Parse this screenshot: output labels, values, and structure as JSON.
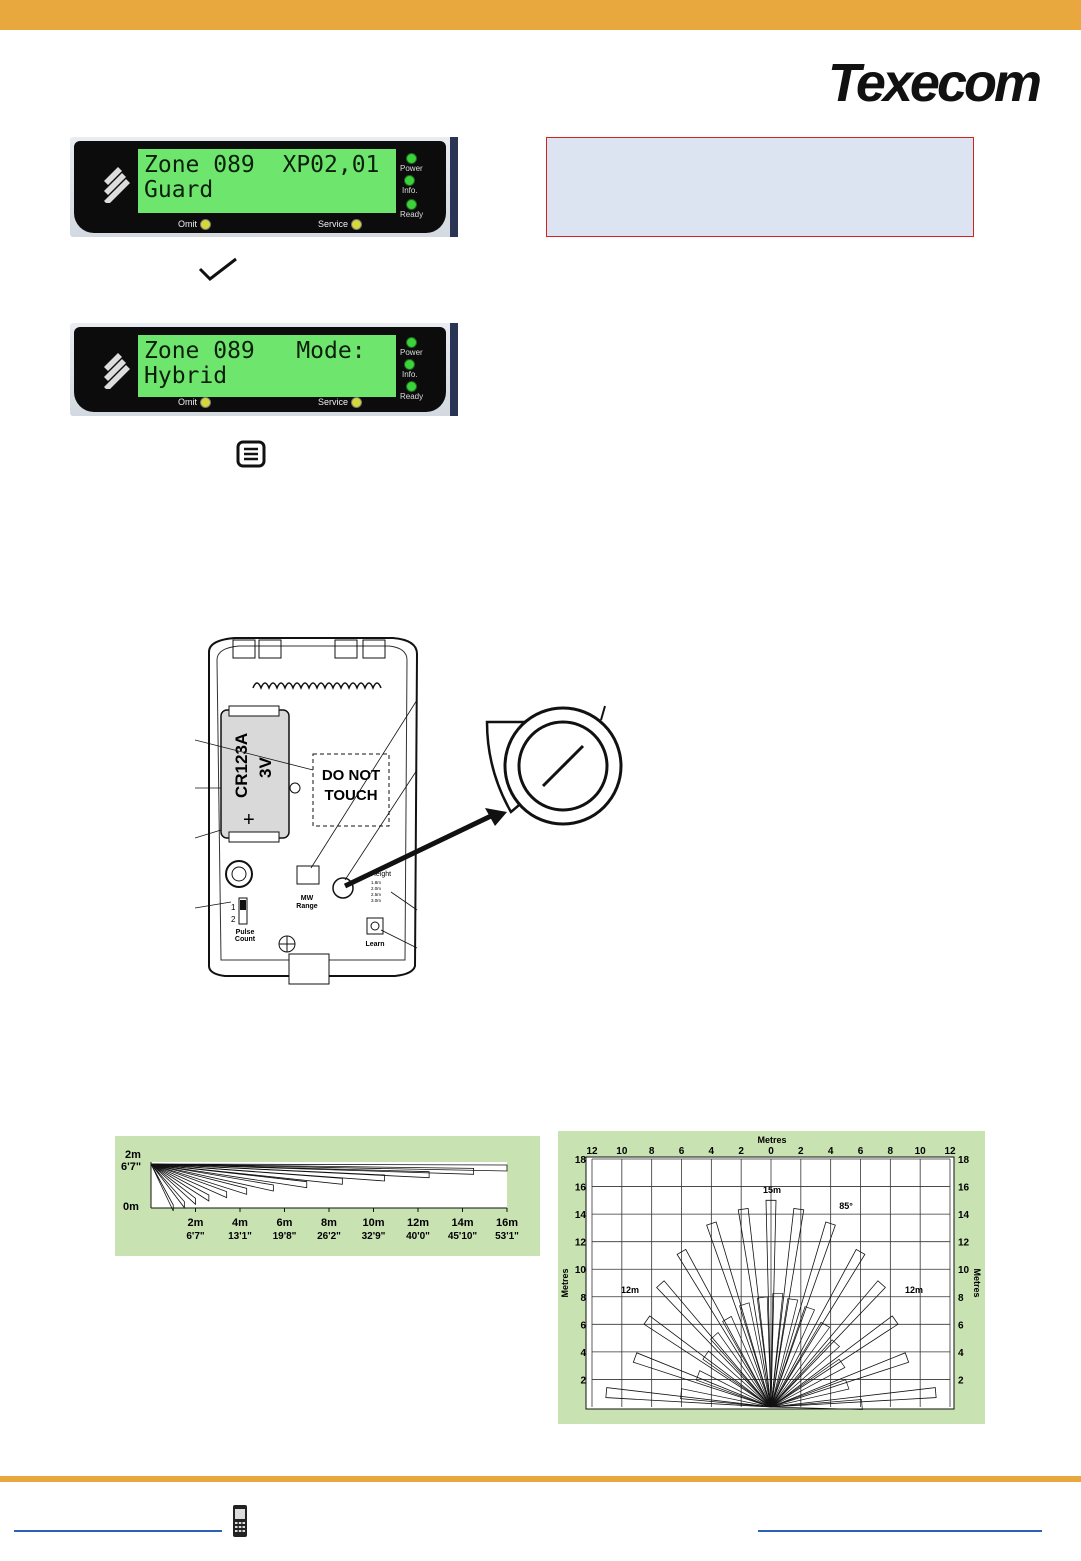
{
  "brand": {
    "logo_text": "Texecom"
  },
  "keypad1": {
    "line1": "Zone 089  XP02,01",
    "line2": "Guard",
    "led_power": "Power",
    "led_info": "Info.",
    "led_ready": "Ready",
    "omit": "Omit",
    "service": "Service"
  },
  "keypad2": {
    "line1": "Zone 089   Mode:",
    "line2": "Hybrid",
    "led_power": "Power",
    "led_info": "Info.",
    "led_ready": "Ready",
    "omit": "Omit",
    "service": "Service"
  },
  "icons": {
    "confirm": "check-icon",
    "menu": "menu-icon",
    "phone": "mobile-phone-icon"
  },
  "colors": {
    "accent": "#e9a83e",
    "lcd": "#6ee66e",
    "note_bg": "#dce4f2",
    "note_border": "#d42020",
    "chart_bg": "#c9e2b2",
    "link": "#2b62b8"
  },
  "detector": {
    "battery_model": "CR123A",
    "battery_voltage": "3V",
    "battery_plus": "+",
    "warning_line1": "DO NOT",
    "warning_line2": "TOUCH",
    "mw_range_line1": "MW",
    "mw_range_line2": "Range",
    "height_label": "Height",
    "height_options": [
      "1.8m",
      "2.0m",
      "2.5m",
      "3.0m"
    ],
    "pulse_line1": "Pulse",
    "pulse_line2": "Count",
    "pulse_opt1": "1",
    "pulse_opt2": "2",
    "learn": "Learn"
  },
  "chart_data": [
    {
      "type": "line",
      "title": "",
      "y_ticks": [
        "2m",
        "6'7\"",
        "0m"
      ],
      "x_ticks_m": [
        "2m",
        "4m",
        "6m",
        "8m",
        "10m",
        "12m",
        "14m",
        "16m"
      ],
      "x_ticks_ft": [
        "6'7\"",
        "13'1\"",
        "19'8\"",
        "26'2\"",
        "32'9\"",
        "40'0\"",
        "45'10\"",
        "53'1\""
      ],
      "xlim": [
        0,
        16
      ],
      "ylim": [
        0,
        2
      ],
      "zone_ends": [
        1,
        1.5,
        2,
        2.6,
        3.4,
        4.3,
        5.5,
        7,
        8.6,
        10.5,
        12.5,
        14.5,
        16
      ]
    },
    {
      "type": "scatter",
      "title": "Metres",
      "xlabel": "Metres",
      "ylabel": "Metres",
      "ylabel_right": "Metres",
      "x_ticks": [
        "12",
        "10",
        "8",
        "6",
        "4",
        "2",
        "0",
        "2",
        "4",
        "6",
        "8",
        "10",
        "12"
      ],
      "y_ticks": [
        "18",
        "16",
        "14",
        "12",
        "10",
        "8",
        "6",
        "4",
        "2"
      ],
      "xlim": [
        -12,
        12
      ],
      "ylim": [
        0,
        18
      ],
      "annotations": [
        "15m",
        "85°",
        "12m",
        "12m"
      ],
      "beam_angles_deg": [
        -85,
        -70,
        -55,
        -42,
        -30,
        -18,
        -8,
        0,
        8,
        18,
        30,
        42,
        55,
        70,
        85
      ],
      "beam_lengths_m": [
        12,
        10.5,
        11,
        12,
        13,
        14,
        14.5,
        15,
        14.5,
        14,
        13,
        12,
        11,
        10.5,
        12
      ]
    }
  ]
}
